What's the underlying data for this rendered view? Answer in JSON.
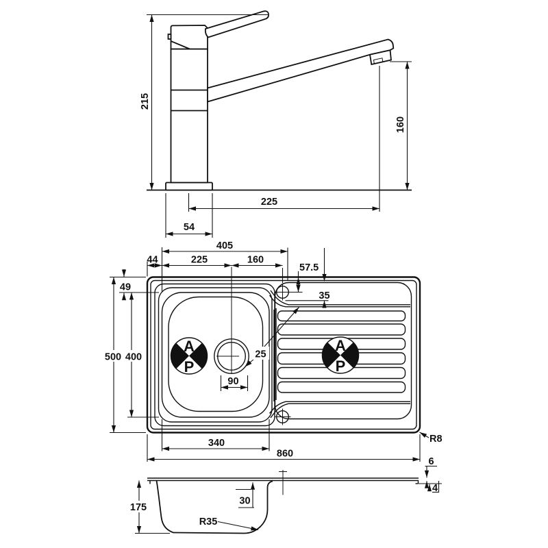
{
  "drawing_type": "sink-and-tap-technical-drawing",
  "tap_view": {
    "labels": {
      "height": "215",
      "outlet_height": "160",
      "spout_reach": "225",
      "base_width": "54"
    }
  },
  "sink_top_view": {
    "labels": {
      "bowl_to_hole": "405",
      "edge_to_bowl": "44",
      "bowl_to_drain": "225",
      "drain_to_hole": "160",
      "edge_to_hole": "57.5",
      "hole_dim": "35",
      "edge_to_bowl_top": "49",
      "overall_depth": "500",
      "bowl_depth": "400",
      "drain_diameter": "90",
      "drain_note": "25",
      "bowl_width": "340",
      "overall_width": "860",
      "corner_radius": "R8"
    },
    "registration_mark": {
      "top": "A",
      "bottom": "P"
    }
  },
  "sink_section_view": {
    "labels": {
      "bowl_depth": "175",
      "step_depth": "30",
      "bottom_radius": "R35",
      "rim_height": "6",
      "lip_height": "4"
    }
  }
}
